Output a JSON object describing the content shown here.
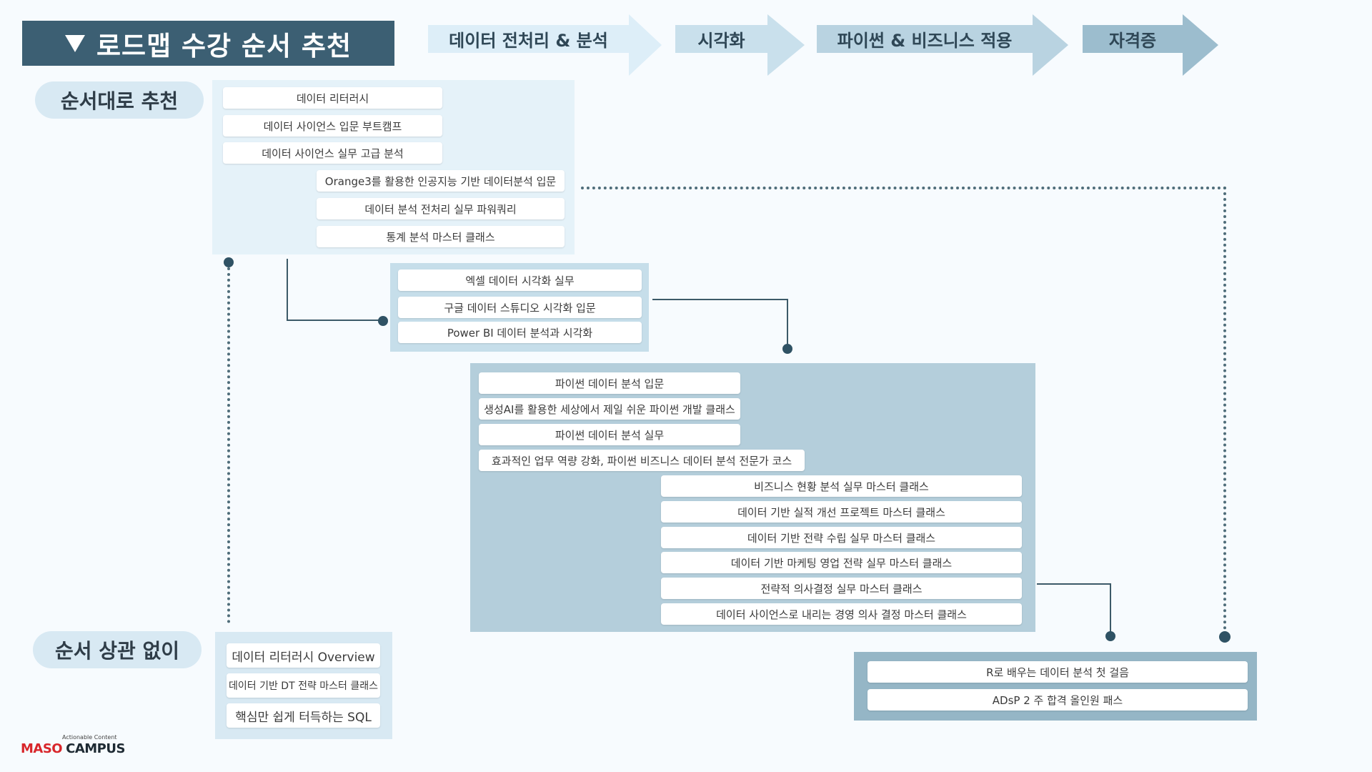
{
  "title": "로드맵 수강 순서 추천",
  "stages": [
    "데이터 전처리 & 분석",
    "시각화",
    "파이썬 & 비즈니스 적용",
    "자격증"
  ],
  "labels": {
    "ordered": "순서대로 추천",
    "unordered": "순서 상관 없이"
  },
  "group_a": [
    "데이터 리터러시",
    "데이터 사이언스 입문 부트캠프",
    "데이터 사이언스 실무 고급 분석",
    "Orange3를 활용한 인공지능 기반 데이터분석 입문",
    "데이터 분석 전처리 실무 파워쿼리",
    "통계 분석 마스터 클래스"
  ],
  "group_b": [
    "엑셀 데이터 시각화 실무",
    "구글 데이터 스튜디오 시각화 입문",
    "Power BI 데이터 분석과 시각화"
  ],
  "group_c": [
    "파이썬 데이터 분석 입문",
    "생성AI를 활용한 세상에서 제일 쉬운 파이썬 개발 클래스",
    "파이썬 데이터 분석 실무",
    "효과적인 업무 역량 강화, 파이썬 비즈니스 데이터 분석 전문가 코스",
    "비즈니스 현황 분석 실무 마스터 클래스",
    "데이터 기반 실적 개선 프로젝트 마스터 클래스",
    "데이터 기반 전략 수립 실무 마스터 클래스",
    "데이터 기반 마케팅 영업 전략 실무 마스터 클래스",
    "전략적 의사결정 실무 마스터 클래스",
    "데이터 사이언스로 내리는 경영 의사 결정 마스터 클래스"
  ],
  "group_d": [
    "데이터 리터러시 Overview",
    "데이터 기반 DT 전략 마스터 클래스",
    "핵심만 쉽게 터득하는 SQL"
  ],
  "group_e": [
    "R로 배우는 데이터 분석 첫 걸음",
    "ADsP 2 주 합격 올인원 패스"
  ],
  "logo": {
    "tagline": "Actionable Content",
    "brand_a": "MASO",
    "brand_b": "CAMPUS"
  },
  "colors": {
    "title_bg": "#3c5f73",
    "stage_1": "#ddeef8",
    "stage_2": "#c9e0ec",
    "stage_3": "#b9d3e1",
    "stage_4": "#9cbdce",
    "connector": "#2f5264",
    "brand_red": "#d8262b"
  }
}
